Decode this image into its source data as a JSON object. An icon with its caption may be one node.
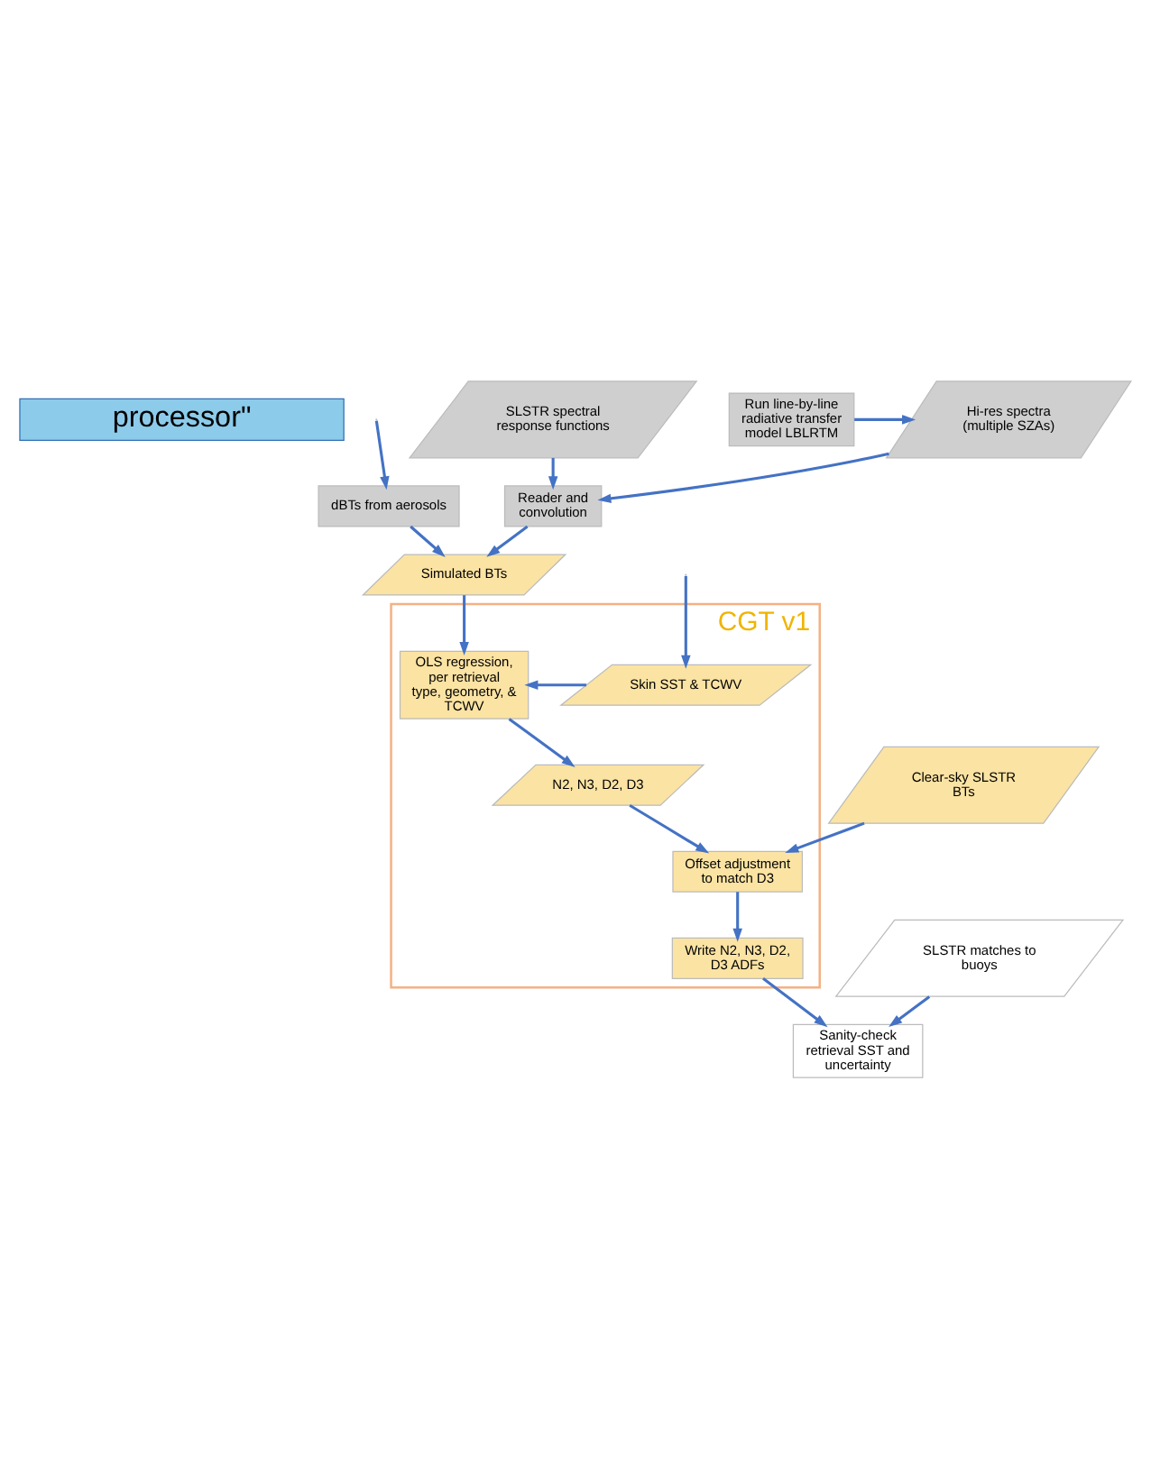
{
  "diagram": {
    "nodes": [
      {
        "text": [
          "processor\""
        ]
      },
      {
        "text": [
          "SLSTR spectral response functions"
        ]
      },
      {
        "text": [
          "Hi-res spectra (multiple SZAs)"
        ]
      },
      {
        "text": [
          "Run line-by-line radiative transfer model LBLRTM"
        ]
      },
      {
        "text": [
          "Reader and convolution"
        ]
      },
      {
        "text": [
          "dBTs from aerosols"
        ]
      },
      {
        "text": [
          "Simulated BTs"
        ]
      },
      {
        "text": [
          "CGT v1"
        ]
      },
      {
        "text": [
          "OLS regression, per retrieval type, geometry, & TCWV"
        ],
        "in": 7
      },
      {
        "text": [
          "Skin SST & TCWV"
        ],
        "in": 7
      },
      {
        "text": [
          "N2, N3, D2, D3"
        ],
        "in": 7
      },
      {
        "text": [
          "Clear-sky SLSTR BTs"
        ]
      },
      {
        "text": [
          "Offset adjustment to match D3"
        ],
        "in": 7
      },
      {
        "text": [
          "Write N2, N3, D2, D3 ADFs"
        ],
        "in": 7
      },
      {
        "text": [
          "Sanity-check retrieval SST and uncertainty"
        ]
      },
      {
        "text": [
          "SLSTR matches to buoys"
        ]
      }
    ],
    "edges": [
      {
        "from": 3,
        "to": 2,
        "arrow": "to"
      },
      {
        "from": 1,
        "to": 4,
        "arrow": "to"
      },
      {
        "from": 2,
        "to": 4,
        "arrow": "to"
      },
      {
        "from": 4,
        "to": 6,
        "arrow": "to"
      },
      {
        "from": 5,
        "to": 6,
        "arrow": "to"
      },
      {
        "from": null,
        "to": 5,
        "arrow": "to"
      },
      {
        "from": null,
        "to": 9,
        "arrow": "to"
      },
      {
        "from": 6,
        "to": 8,
        "arrow": "to"
      },
      {
        "from": 9,
        "to": 8,
        "arrow": "to"
      },
      {
        "from": 8,
        "to": 10,
        "arrow": "to"
      },
      {
        "from": 10,
        "to": 12,
        "arrow": "to"
      },
      {
        "from": 11,
        "to": 12,
        "arrow": "to"
      },
      {
        "from": 12,
        "to": 13,
        "arrow": "to"
      },
      {
        "from": 13,
        "to": 14,
        "arrow": "to"
      },
      {
        "from": 15,
        "to": 14,
        "arrow": "to"
      }
    ]
  }
}
